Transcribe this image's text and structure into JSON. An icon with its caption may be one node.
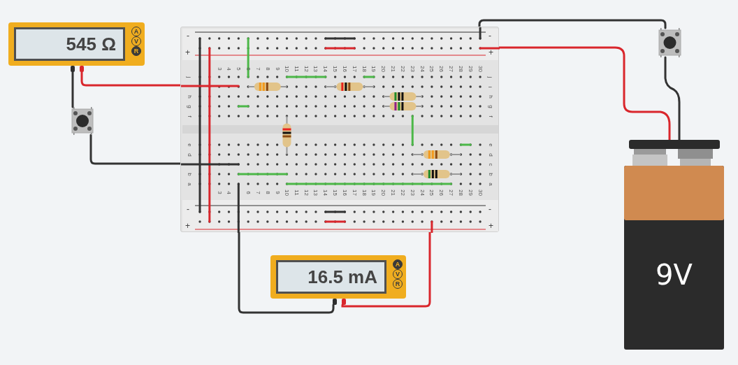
{
  "diagram": {
    "nodes": [
      {
        "text": [
          "545 Ω"
        ]
      },
      {
        "text": [],
        "shape": "box"
      },
      {
        "text": [],
        "shape": "box"
      },
      {
        "text": [],
        "shape": "box"
      },
      {
        "text": [
          "9V"
        ]
      },
      {
        "text": [
          "16.5 mA"
        ]
      }
    ],
    "edges": [
      {
        "from": 0,
        "to": 2,
        "arrow": "none",
        "color": "#d9262c"
      },
      {
        "from": 0,
        "to": 1,
        "arrow": "none"
      },
      {
        "from": 1,
        "to": 2,
        "arrow": "none"
      },
      {
        "from": 5,
        "to": 2,
        "arrow": "none"
      },
      {
        "from": 5,
        "to": 2,
        "arrow": "none",
        "color": "#d9262c"
      },
      {
        "from": 2,
        "to": 4,
        "arrow": "none",
        "color": "#d9262c"
      },
      {
        "from": 2,
        "to": 3,
        "arrow": "none"
      },
      {
        "from": 3,
        "to": 4,
        "arrow": "none"
      }
    ],
    "labels": [
      "A",
      "V",
      "R",
      "-",
      "-",
      "+",
      "+",
      "3",
      "4",
      "5",
      "6",
      "7",
      "8",
      "9",
      "10",
      "11",
      "12",
      "13",
      "14",
      "15",
      "16",
      "17",
      "18",
      "19",
      "20",
      "21",
      "22",
      "23",
      "24",
      "25",
      "26",
      "27",
      "28",
      "29",
      "30",
      "j",
      "j",
      "i",
      "h",
      "h",
      "g",
      "g",
      "f",
      "f",
      "e",
      "e",
      "d",
      "d",
      "c",
      "b",
      "b",
      "a",
      "a",
      "3",
      "4",
      "6",
      "7",
      "8",
      "9",
      "10",
      "11",
      "12",
      "13",
      "14",
      "15",
      "16",
      "17",
      "18",
      "19",
      "20",
      "21",
      "22",
      "23",
      "24",
      "25",
      "26",
      "27",
      "28",
      "29",
      "30",
      "-",
      "-",
      "+",
      "+",
      "A",
      "V",
      "R"
    ]
  }
}
